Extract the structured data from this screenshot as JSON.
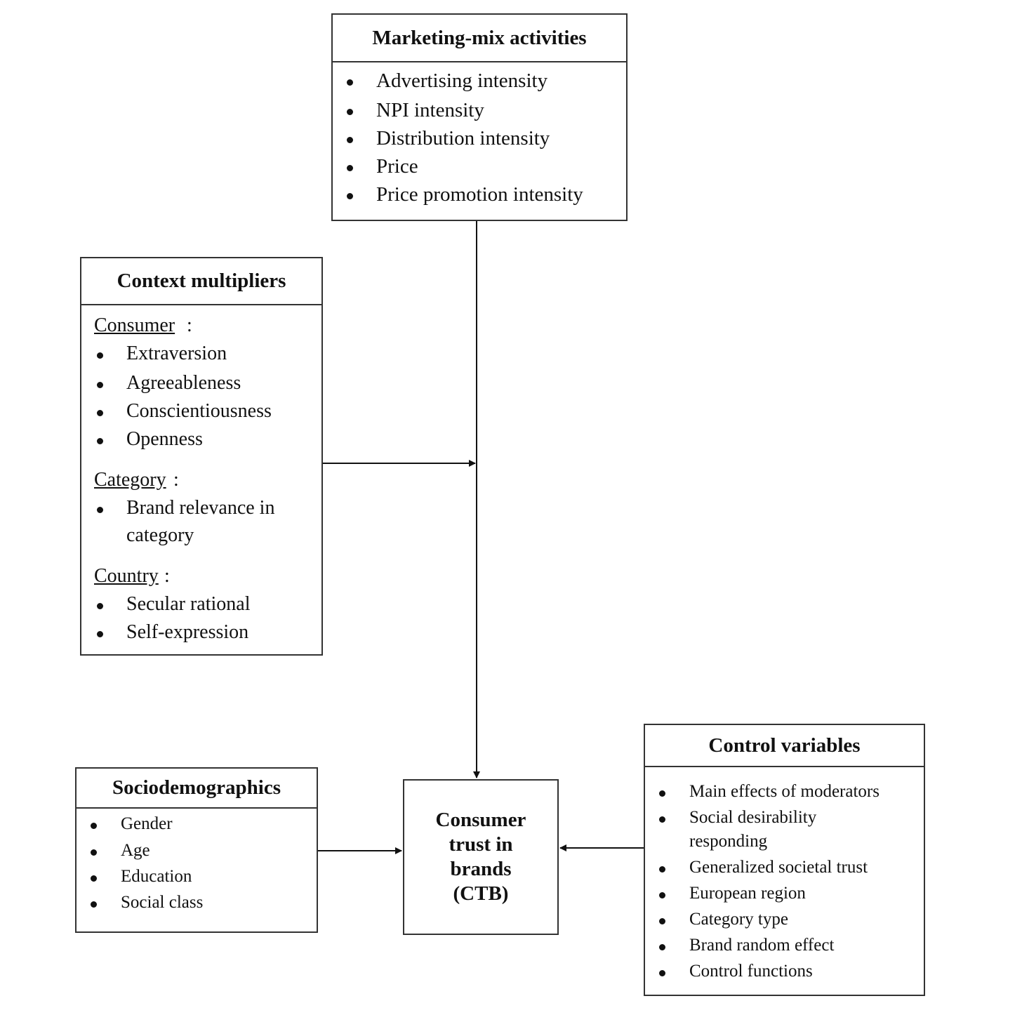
{
  "marketing_mix": {
    "title": "Marketing-mix activities",
    "items": [
      "Advertising intensity",
      "NPI intensity",
      "Distribution intensity",
      "Price",
      "Price promotion intensity"
    ]
  },
  "context_multipliers": {
    "title": "Context multipliers",
    "groups": [
      {
        "heading": "Consumer",
        "items": [
          "Extraversion",
          "Agreeableness",
          "Conscientiousness",
          "Openness"
        ]
      },
      {
        "heading": "Category",
        "items": [
          "Brand relevance in",
          "category"
        ]
      },
      {
        "heading": "Country",
        "items": [
          "Secular rational",
          "Self-expression"
        ]
      }
    ]
  },
  "sociodemographics": {
    "title": "Sociodemographics",
    "items": [
      "Gender",
      "Age",
      "Education",
      "Social class"
    ]
  },
  "ctb": {
    "label": "Consumer\ntrust in\nbrands\n(CTB)"
  },
  "control_variables": {
    "title": "Control variables",
    "items": [
      "Main effects of moderators",
      "Social desirability",
      "responding",
      "Generalized societal trust",
      "European region",
      "Category type",
      "Brand random effect",
      "Control functions"
    ]
  }
}
